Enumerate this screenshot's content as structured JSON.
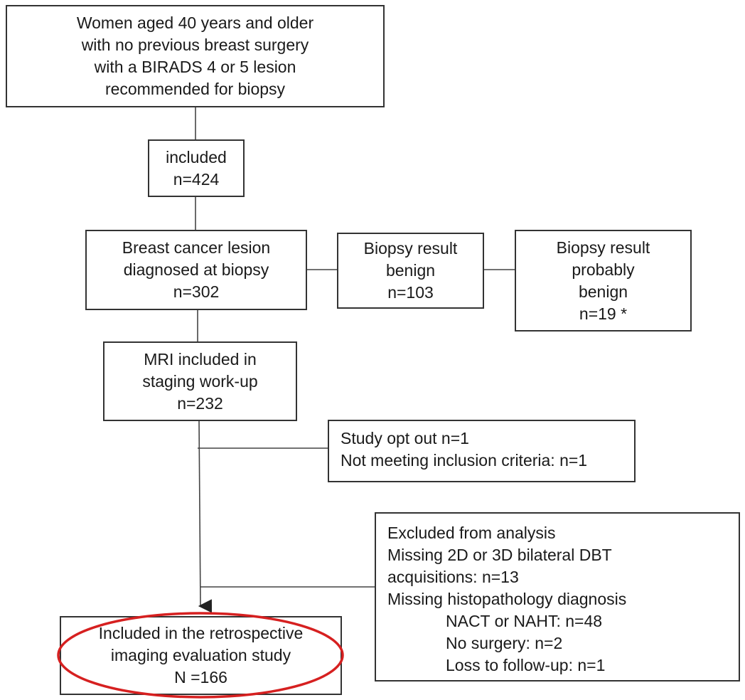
{
  "boxes": {
    "eligibility": [
      "Women aged 40 years and older",
      "with no previous breast surgery",
      "with a BIRADS 4 or 5 lesion",
      "recommended for biopsy"
    ],
    "included": [
      "included",
      "n=424"
    ],
    "cancer": [
      "Breast cancer lesion",
      "diagnosed at biopsy",
      "n=302"
    ],
    "benign": [
      "Biopsy result",
      "benign",
      "n=103"
    ],
    "probably_benign": [
      "Biopsy  result",
      "probably",
      "benign",
      "n=19 *"
    ],
    "mri": [
      "MRI included in",
      "staging work-up",
      "n=232"
    ],
    "opt_out": [
      "Study opt out n=1",
      "Not meeting inclusion criteria: n=1"
    ],
    "excluded": {
      "lines": [
        "Excluded from analysis",
        "Missing 2D or 3D bilateral DBT",
        "acquisitions: n=13",
        "Missing histopathology diagnosis"
      ],
      "sub_lines": [
        "NACT or NAHT: n=48",
        "No surgery: n=2",
        "Loss to follow-up: n=1"
      ]
    },
    "final": [
      "Included in the retrospective",
      "imaging evaluation study",
      "N =166"
    ]
  },
  "colors": {
    "highlight_oval": "#d62020",
    "lines": "#444444"
  }
}
